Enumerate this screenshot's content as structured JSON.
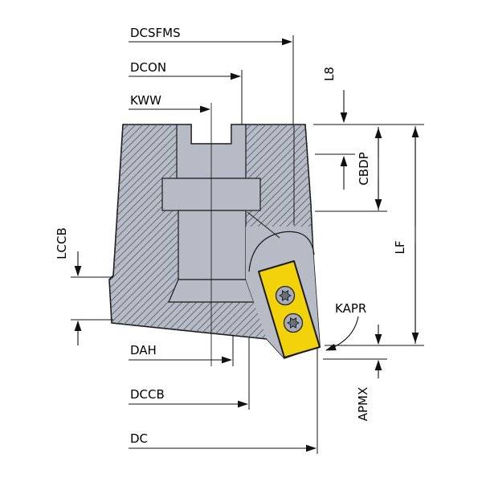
{
  "diagram": {
    "type": "tool-dimension-drawing",
    "subject": "face-milling-cutter-cross-section",
    "labels": {
      "dcsfms": "DCSFMS",
      "dcon": "DCON",
      "kww": "KWW",
      "l8": "L8",
      "cbdp": "CBDP",
      "lccb": "LCCB",
      "lf": "LF",
      "kapr": "KAPR",
      "dah": "DAH",
      "dccb": "DCCB",
      "dc": "DC",
      "apmx": "APMX"
    },
    "colors": {
      "body": "#b6bbc6",
      "hatch": "#5d6470",
      "outline": "#1a1a1a",
      "insert": "#f2d20a",
      "screw": "#a7adb8",
      "torx": "#6b7078",
      "dimension": "#111111",
      "background": "#ffffff"
    }
  }
}
